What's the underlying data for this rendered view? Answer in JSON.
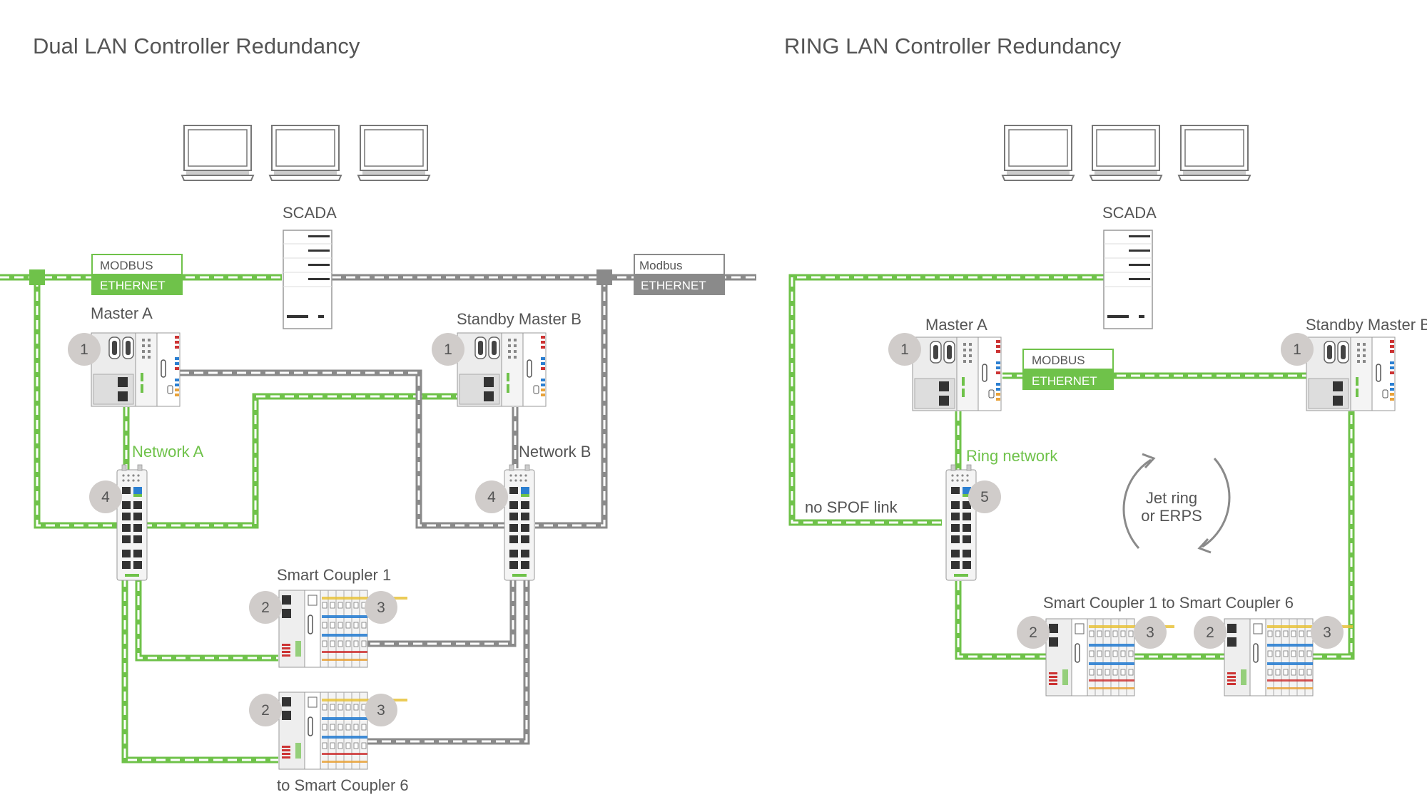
{
  "left": {
    "title": "Dual LAN Controller Redundancy",
    "scada": "SCADA",
    "proto_green_top": "MODBUS",
    "proto_green_bottom": "ETHERNET",
    "proto_gray_top": "Modbus",
    "proto_gray_bottom": "ETHERNET",
    "master_a": "Master A",
    "standby_b": "Standby Master B",
    "network_a": "Network A",
    "network_b": "Network B",
    "coupler_1": "Smart Coupler 1",
    "coupler_6": "to Smart Coupler 6",
    "badges": [
      "1",
      "1",
      "4",
      "4",
      "2",
      "3",
      "2",
      "3"
    ]
  },
  "right": {
    "title": "RING LAN Controller Redundancy",
    "scada": "SCADA",
    "proto_top": "MODBUS",
    "proto_bottom": "ETHERNET",
    "master_a": "Master A",
    "standby_b": "Standby Master B",
    "ring_network": "Ring network",
    "no_spof": "no SPOF link",
    "jet_ring_line1": "Jet ring",
    "jet_ring_line2": "or ERPS",
    "couplers": "Smart Coupler 1 to Smart Coupler 6",
    "badges": [
      "1",
      "1",
      "5",
      "2",
      "3",
      "2",
      "3"
    ]
  },
  "colors": {
    "green": "#6fc24a",
    "gray": "#8a8a8a",
    "text": "#555555",
    "badge": "#d0ccca"
  },
  "icons": [
    "laptop-icon",
    "scada-server-icon",
    "plc-controller-icon",
    "ethernet-switch-icon",
    "smart-coupler-icon",
    "cycle-arrows-icon"
  ]
}
